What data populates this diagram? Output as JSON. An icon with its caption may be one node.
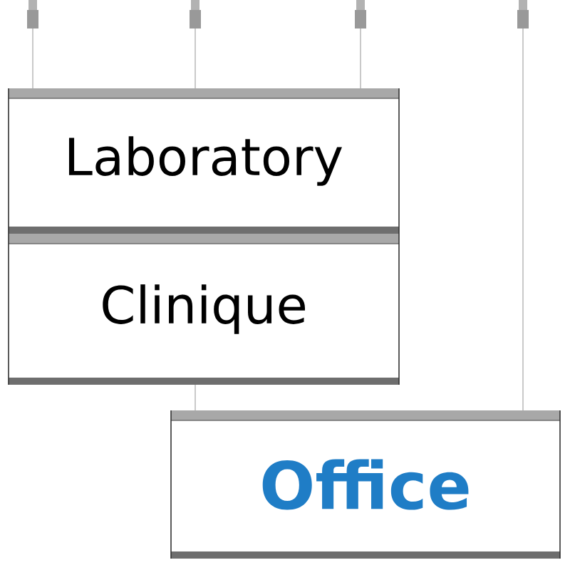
{
  "diagram": {
    "nodes": [
      {
        "text": [
          "Laboratory"
        ]
      },
      {
        "text": [
          "Clinique"
        ]
      },
      {
        "text": [
          "Office"
        ]
      }
    ]
  }
}
